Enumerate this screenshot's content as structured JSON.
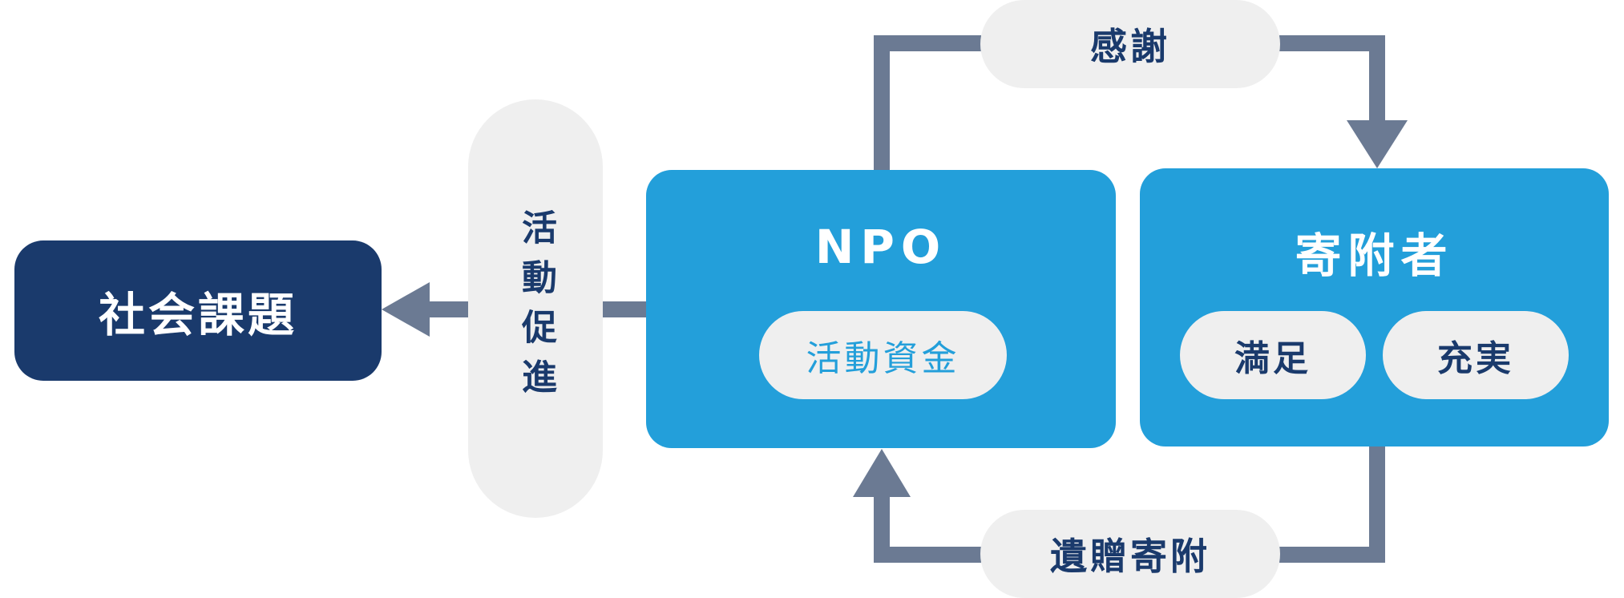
{
  "nodes": {
    "social_issue": "社会課題",
    "activity_promotion": "活動促進",
    "npo": {
      "title": "NPO",
      "funds": "活動資金"
    },
    "donor": {
      "title": "寄附者",
      "satisfaction": "満足",
      "fulfillment": "充実"
    },
    "thanks": "感謝",
    "bequest": "遺贈寄附"
  },
  "colors": {
    "dark_navy": "#1a3a6c",
    "blue_panel": "#239fda",
    "pill_gray": "#efefef",
    "connector": "#6b7a93"
  }
}
